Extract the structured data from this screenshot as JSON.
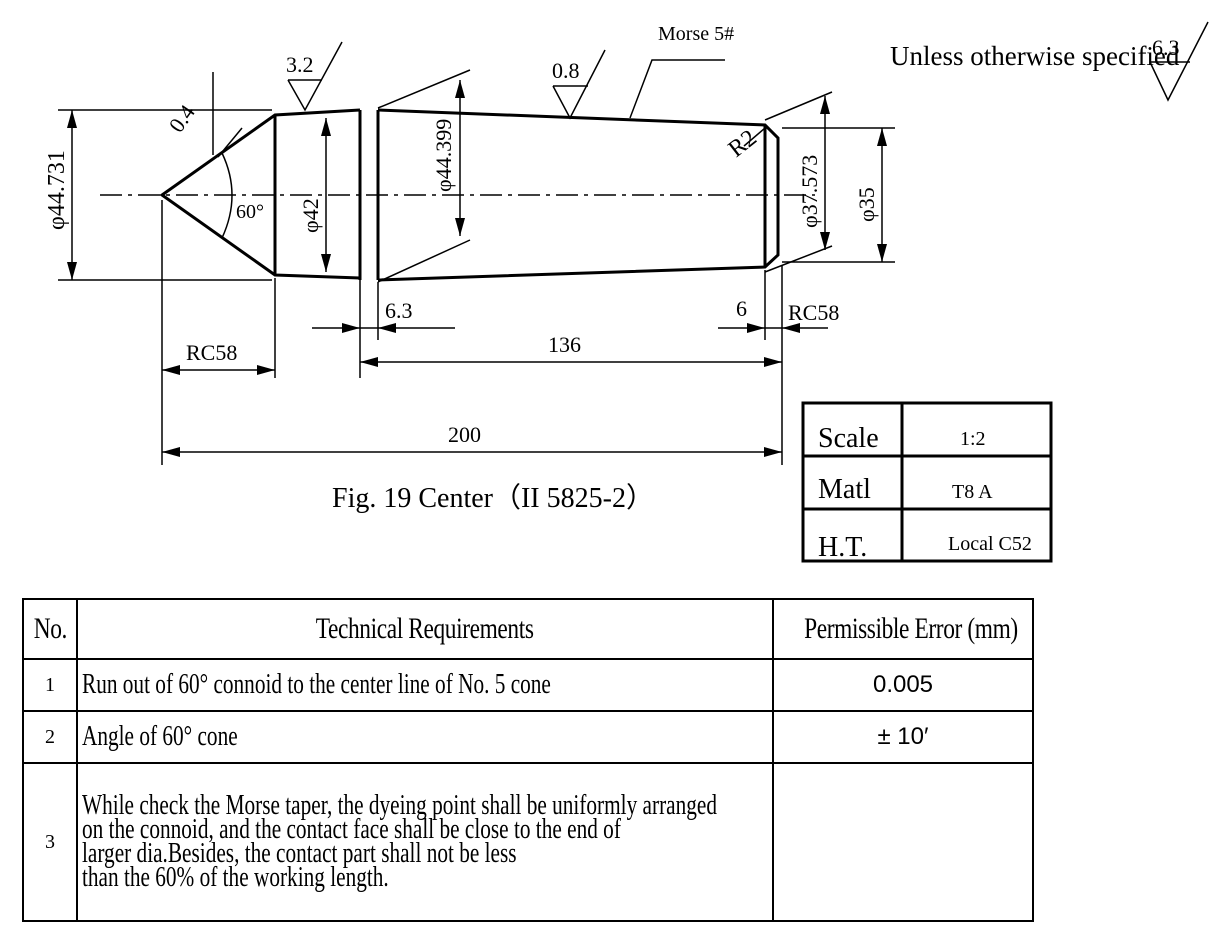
{
  "drawing": {
    "caption": "Fig. 19 Center（II 5825-2）",
    "general_note": "Unless otherwise specified",
    "general_roughness": "6.3",
    "taper_label": "Morse 5#",
    "roughness": {
      "cone": "0.4",
      "shank": "3.2",
      "taper": "0.8"
    },
    "dimensions": {
      "dia_cone": "φ44.731",
      "angle": "60°",
      "dia_shank": "φ42",
      "dia_taper_large": "φ44.399",
      "dia_taper_small": "φ37.573",
      "dia_end": "φ35",
      "radius": "R2",
      "len_shoulder": "6.3",
      "len_end": "6",
      "hardness_left": "RC58",
      "hardness_right": "RC58",
      "len_taper": "136",
      "len_total": "200"
    },
    "title_block": [
      {
        "label": "Scale",
        "value": "1:2"
      },
      {
        "label": "Matl",
        "value": "T8  A"
      },
      {
        "label": "H.T.",
        "value": "Local C52"
      }
    ]
  },
  "table": {
    "headers": {
      "no": "No.",
      "req": "Technical Requirements",
      "err": "Permissible Error (mm)"
    },
    "rows": [
      {
        "no": "1",
        "req": "Run out of 60°  connoid to the center line of No. 5 cone",
        "err": "0.005"
      },
      {
        "no": "2",
        "req": "Angle of 60°  cone",
        "err": "±  10′"
      },
      {
        "no": "3",
        "req_lines": [
          "While check the Morse taper, the dyeing point shall be uniformly arranged",
          "on the connoid, and the contact face shall be close to the end of",
          "larger dia.Besides, the contact part shall not be less",
          "than the 60% of the working length."
        ],
        "err": ""
      }
    ]
  }
}
